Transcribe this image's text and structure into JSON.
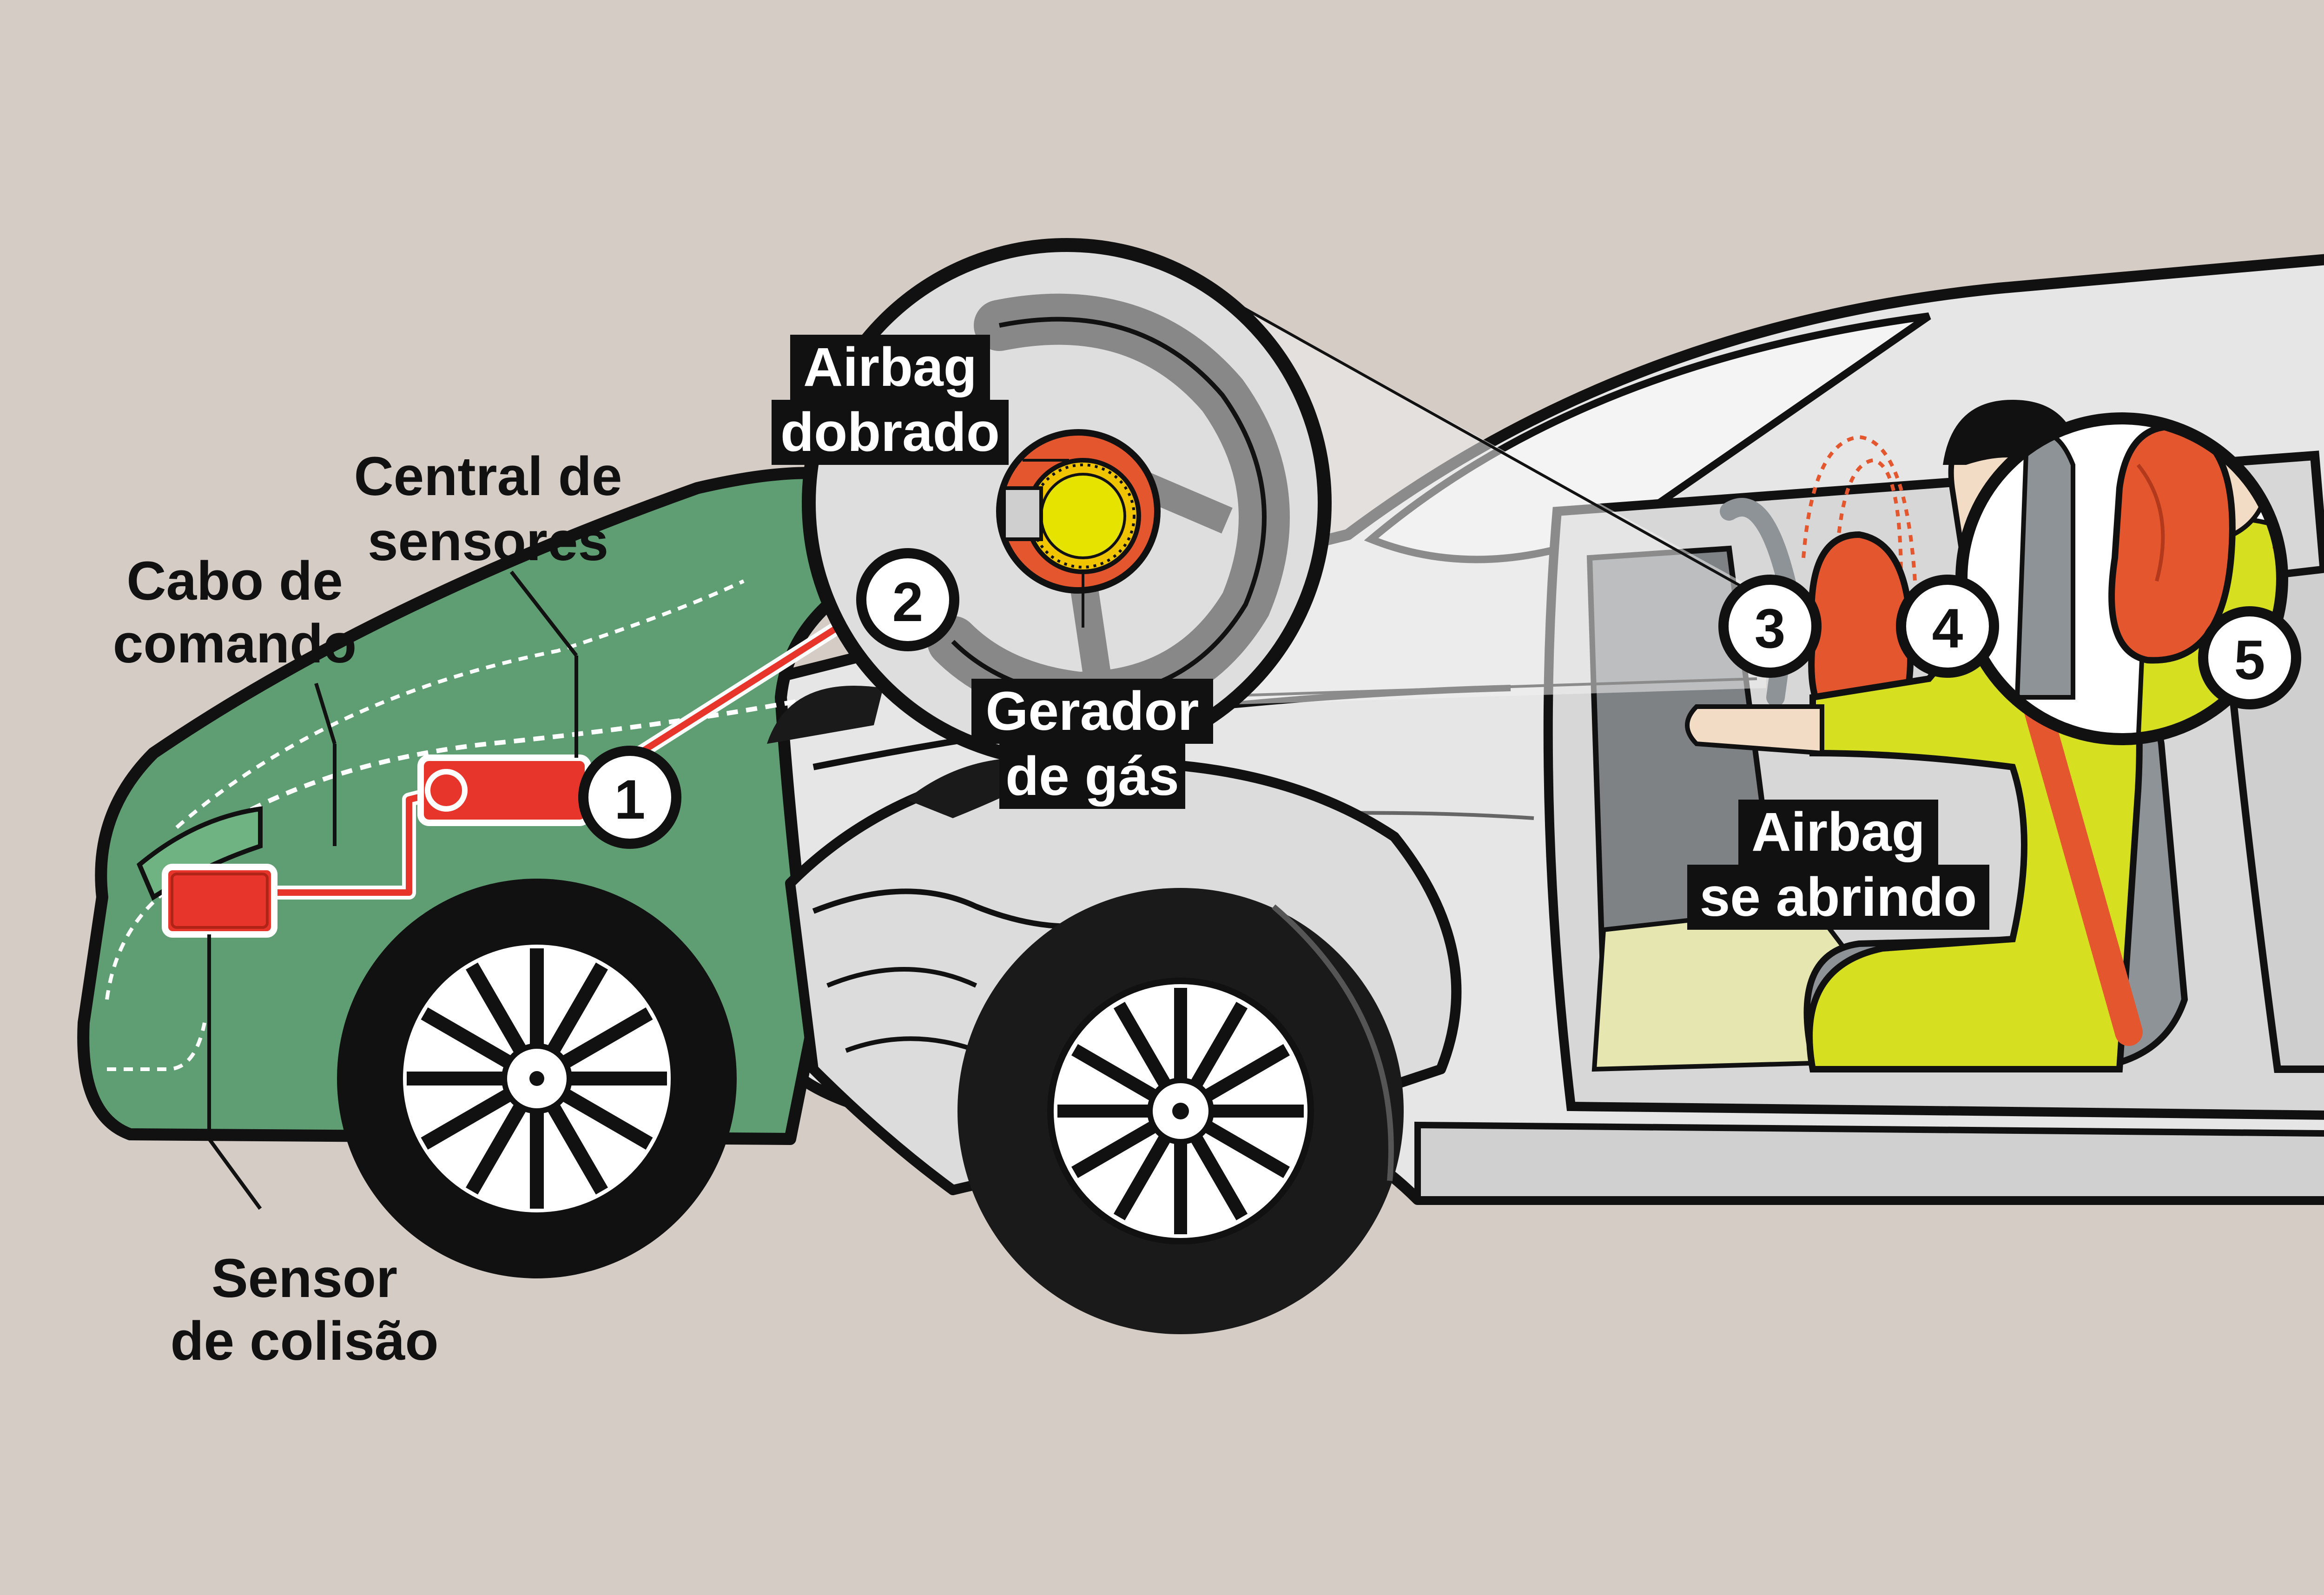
{
  "labels": {
    "central_de_sensores": [
      "Central de",
      "sensores"
    ],
    "cabo_de_comando": [
      "Cabo de",
      "comando"
    ],
    "sensor_de_colisao": [
      "Sensor",
      "de colisão"
    ],
    "airbag_dobrado": [
      "Airbag",
      "dobrado"
    ],
    "gerador_de_gas": [
      "Gerador",
      "de gás"
    ],
    "airbag_se_abrindo": [
      "Airbag",
      "se abrindo"
    ]
  },
  "steps": [
    "1",
    "2",
    "3",
    "4",
    "5"
  ],
  "icons": {
    "sensor_unit": "red-sensor-box-icon",
    "crash_sensor": "red-crash-sensor-icon",
    "steering_wheel": "steering-wheel-icon",
    "gas_generator": "gas-generator-icon",
    "airbag": "inflated-airbag-icon",
    "driver": "driver-figure-icon"
  },
  "colors": {
    "background": "#d5ccc6",
    "car_body": "#e6e6e6",
    "front_section": "#5e9e72",
    "sensor_red": "#e8352b",
    "airbag_orange": "#e4562e",
    "driver_shirt": "#d6e021",
    "outline": "#111111"
  }
}
